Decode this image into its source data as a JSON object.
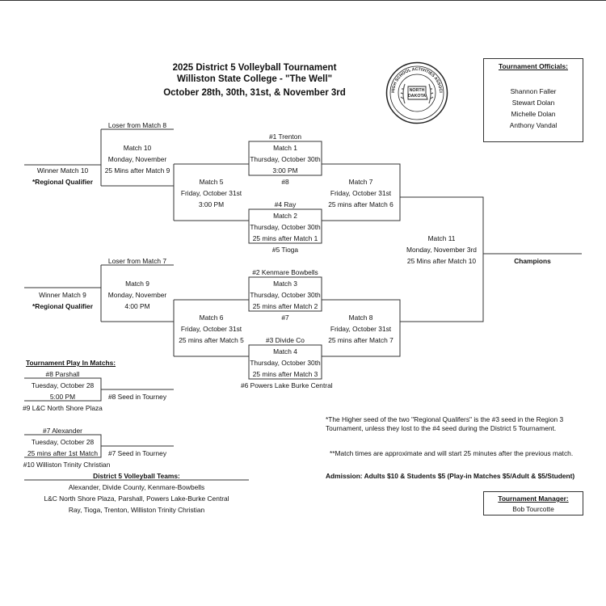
{
  "header": {
    "line1": "2025 District 5 Volleyball Tournament",
    "line2": "Williston State College - \"The Well\"",
    "line3": "October 28th, 30th, 31st, & November 3rd"
  },
  "seal": {
    "top": "HIGH SCHOOL ACTIVITIES ASSOCIATION",
    "center1": "NORTH",
    "center2": "DAKOTA"
  },
  "officials": {
    "title": "Tournament Officials:",
    "names": [
      "Shannon Faller",
      "Stewart Dolan",
      "Michelle Dolan",
      "Anthony Vandal"
    ]
  },
  "upper": {
    "loser8": "Loser from Match 8",
    "m10": {
      "name": "Match 10",
      "day": "Monday, November",
      "time": "25 Mins after Match 9"
    },
    "winner10": "Winner Match 10",
    "rq1": "*Regional Qualifier",
    "seed1": "#1 Trenton",
    "m1": {
      "name": "Match 1",
      "day": "Thursday, October 30th",
      "time": "3:00 PM"
    },
    "seed8": "#8",
    "m5": {
      "name": "Match 5",
      "day": "Friday, October 31st",
      "time": "3:00 PM"
    },
    "m7": {
      "name": "Match 7",
      "day": "Friday, October 31st",
      "time": "25 mins after Match 6"
    },
    "seed4": "#4 Ray",
    "m2": {
      "name": "Match 2",
      "day": "Thursday, October 30th",
      "time": "25 mins after Match 1"
    },
    "seed5": "#5 Tioga"
  },
  "final": {
    "name": "Match 11",
    "day": "Monday, November 3rd",
    "time": "25 Mins after Match 10",
    "champions": "Champions"
  },
  "lower": {
    "loser7": "Loser from Match 7",
    "m9": {
      "name": "Match 9",
      "day": "Monday, November",
      "time": "4:00 PM"
    },
    "winner9": "Winner Match 9",
    "rq2": "*Regional Qualifier",
    "seed2": "#2 Kenmare Bowbells",
    "m3": {
      "name": "Match 3",
      "day": "Thursday, October 30th",
      "time": "25 mins after Match 2"
    },
    "seed7": "#7",
    "m6": {
      "name": "Match 6",
      "day": "Friday, October 31st",
      "time": "25 mins after Match 5"
    },
    "m8": {
      "name": "Match 8",
      "day": "Friday, October 31st",
      "time": "25 mins after Match 7"
    },
    "seed3": "#3 Divide Co",
    "m4": {
      "name": "Match 4",
      "day": "Thursday, October 30th",
      "time": "25 mins after Match 3"
    },
    "seed6": "#6 Powers Lake Burke Central"
  },
  "playin": {
    "title": "Tournament Play In Matchs:",
    "a": {
      "top": "#8 Parshall",
      "day": "Tuesday, October 28",
      "time": "5:00 PM",
      "result": "#8 Seed in Tourney",
      "bottom": "#9 L&C North Shore Plaza"
    },
    "b": {
      "top": "#7 Alexander",
      "day": "Tuesday, October 28",
      "time": "25 mins after 1st Match",
      "result": "#7 Seed in Tourney",
      "bottom": "#10 Williston Trinity Christian"
    }
  },
  "teams": {
    "title": "District 5 Volleyball Teams:",
    "lines": [
      "Alexander, Divide County, Kenmare-Bowbells",
      "L&C North Shore Plaza, Parshall, Powers Lake-Burke Central",
      "Ray, Tioga, Trenton, Williston Trinity Christian"
    ]
  },
  "notes": {
    "n1a": "*The Higher seed of the two \"Regional Qualifers\" is the #3 seed in the Region 3",
    "n1b": "Tournament, unless they lost to the #4 seed during the District 5 Tournament.",
    "n2": "**Match times are approximate and will start 25 minutes after the previous match.",
    "admission": "Admission: Adults $10 & Students $5 (Play-in Matches $5/Adult & $5/Student)"
  },
  "manager": {
    "title": "Tournament Manager:",
    "name": "Bob Tourcotte"
  }
}
